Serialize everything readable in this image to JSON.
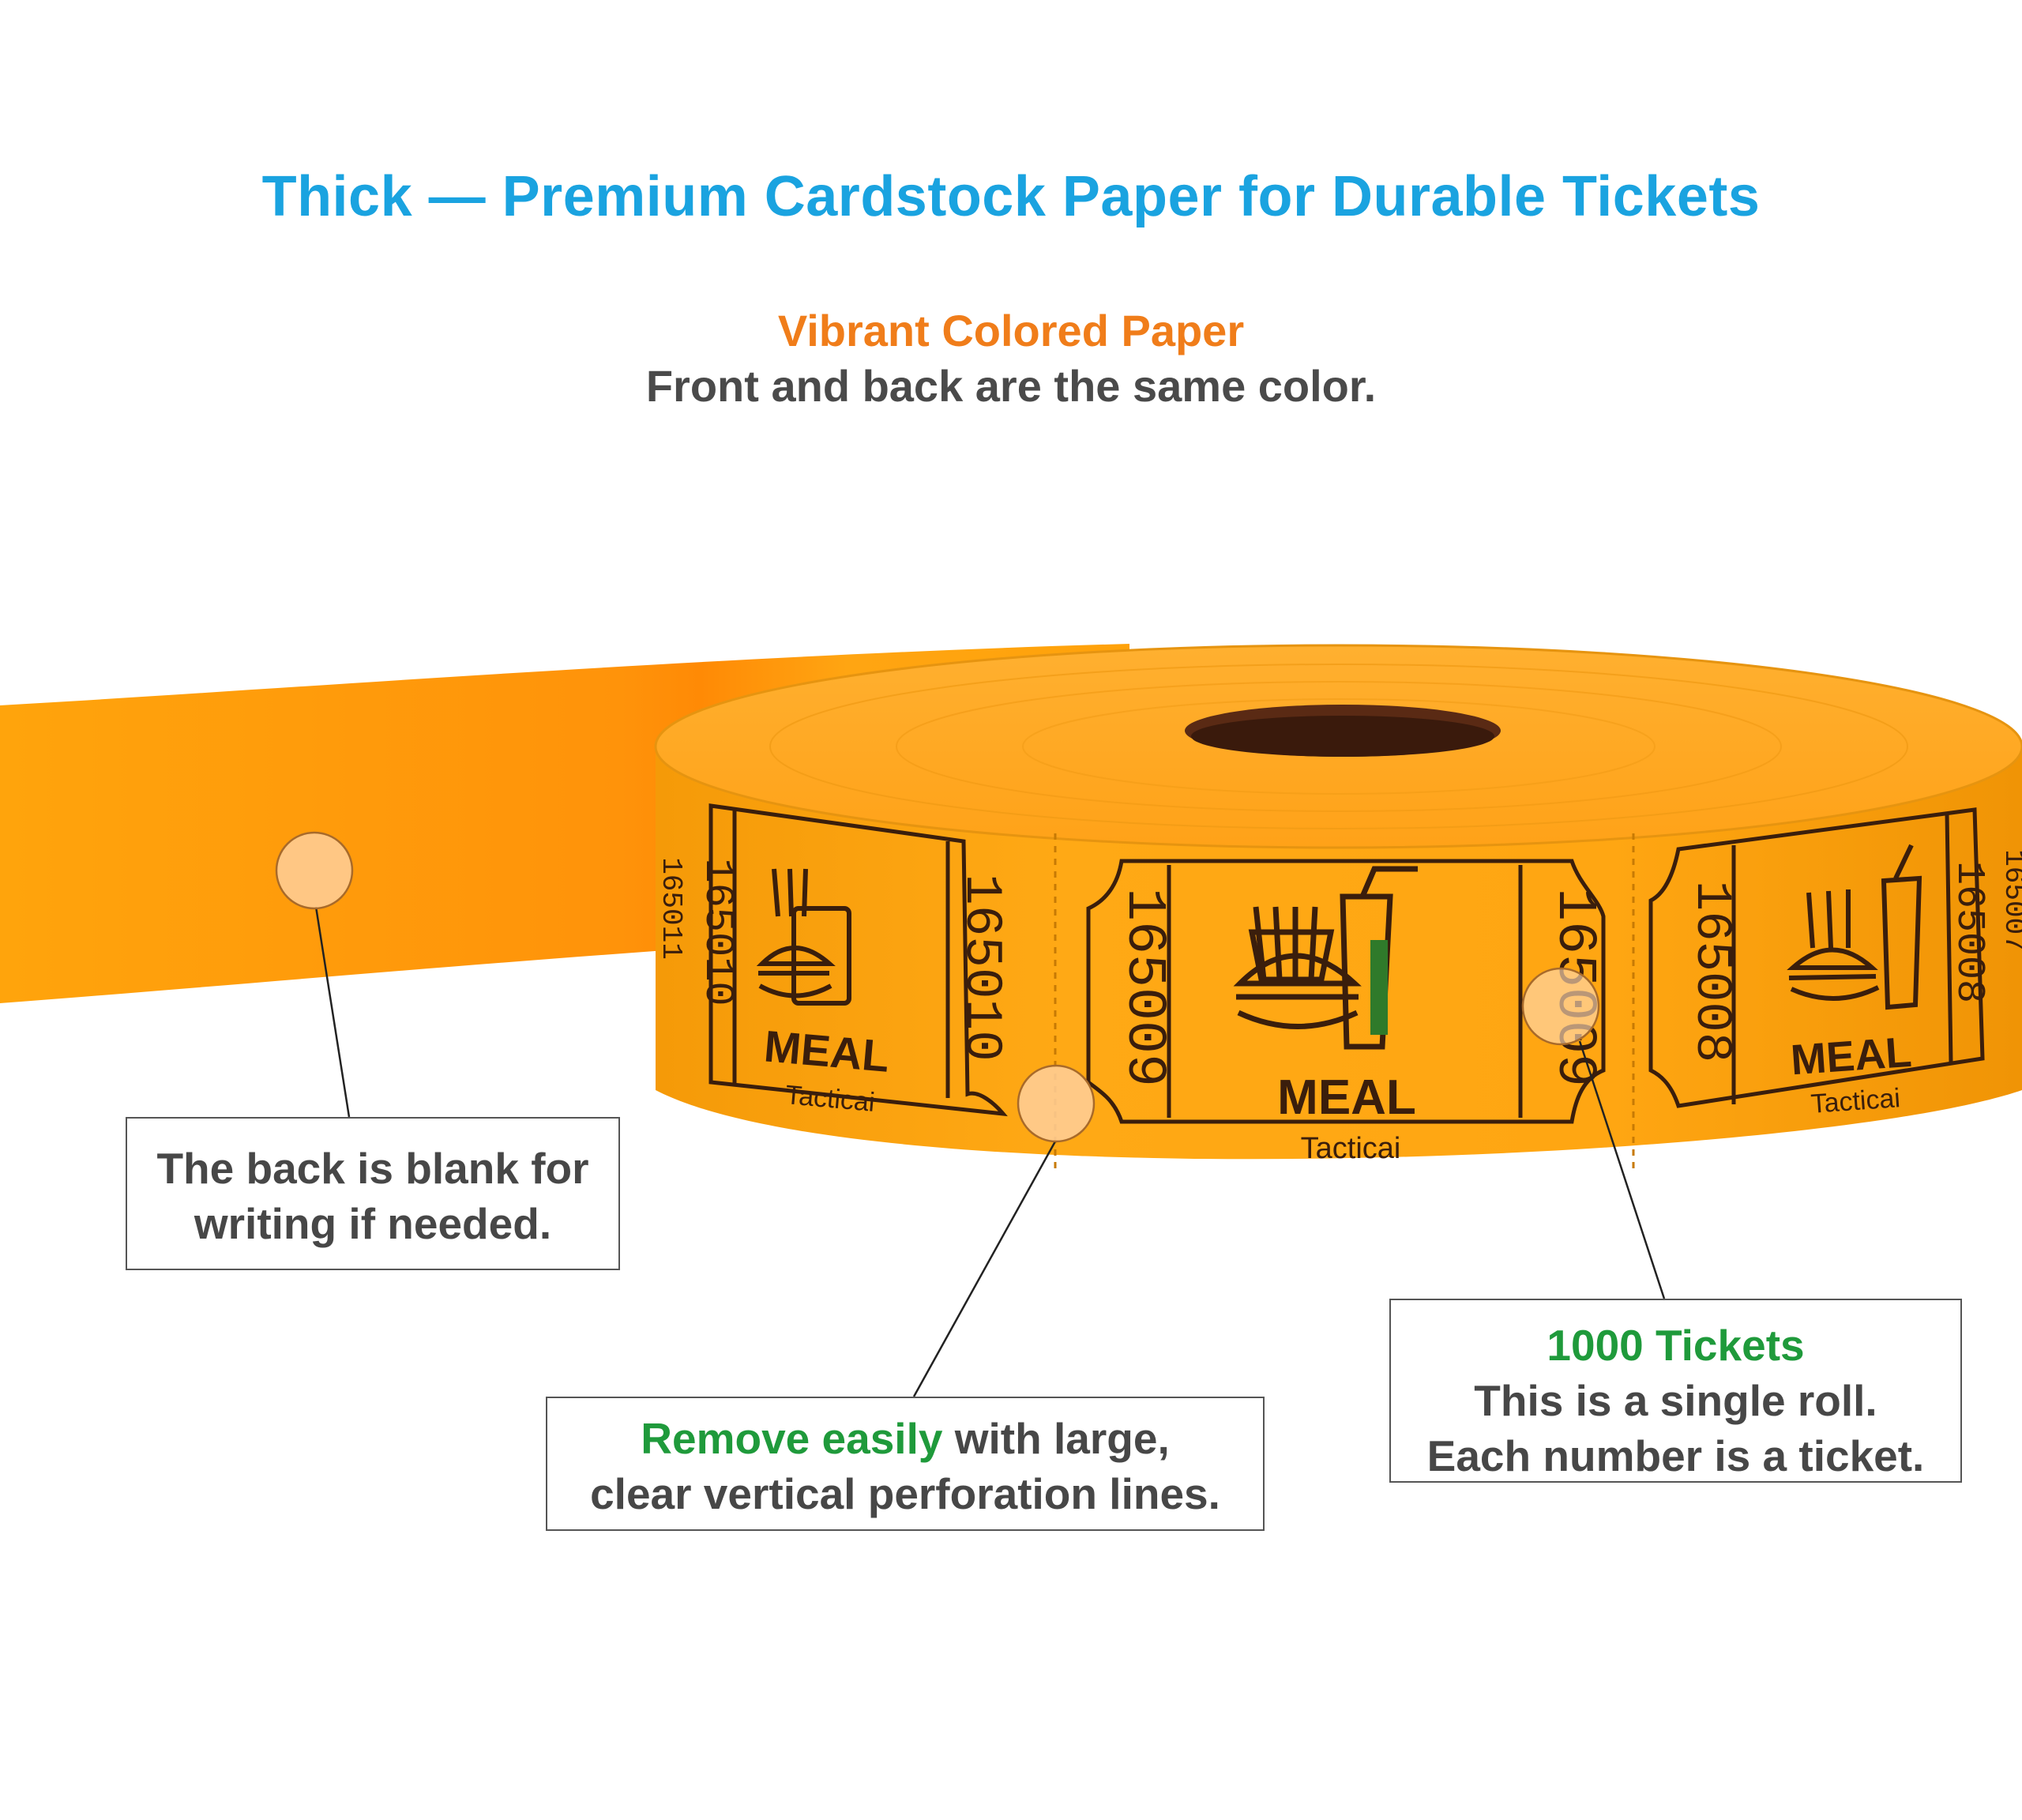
{
  "headline": "Thick — Premium Cardstock Paper for Durable Tickets",
  "subheading": {
    "title": "Vibrant Colored Paper",
    "text": "Front and back are the same color."
  },
  "roll": {
    "color": "#ffa20a",
    "tickets": [
      {
        "number": "165011"
      },
      {
        "number": "165010",
        "label": "MEAL",
        "brand": "Tacticai"
      },
      {
        "number": "165009",
        "label": "MEAL",
        "brand": "Tacticai"
      },
      {
        "number": "165008",
        "label": "MEAL",
        "brand": "Tacticai"
      },
      {
        "number": "165007"
      }
    ]
  },
  "callouts": {
    "back": {
      "line1": "The back is blank for",
      "line2": "writing if needed."
    },
    "remove": {
      "highlight": "Remove easily",
      "line1_rest": " with large,",
      "line2": "clear vertical perforation lines."
    },
    "tickets": {
      "highlight": "1000 Tickets",
      "line1": "This is a single roll.",
      "line2": "Each number is a ticket."
    }
  },
  "colors": {
    "headline": "#1aa3e0",
    "accent_orange": "#f07d1a",
    "accent_green": "#1f9a3b",
    "body_text": "#474747"
  }
}
